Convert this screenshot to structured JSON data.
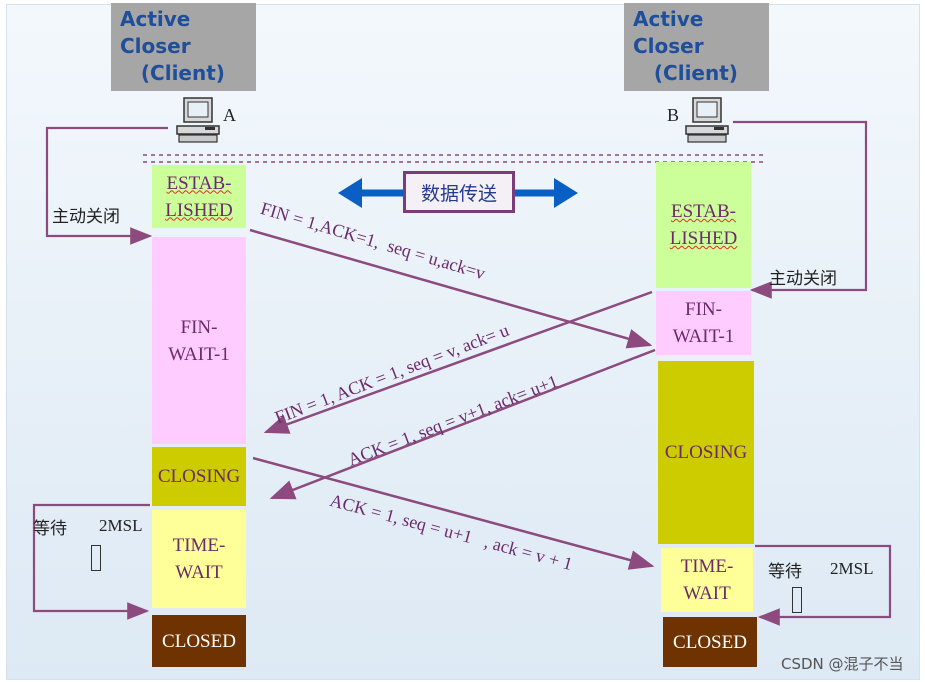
{
  "left_host": {
    "title": "Active\nCloser\n   (Client)",
    "letter": "A"
  },
  "right_host": {
    "title": "Active\nCloser\n   (Client)",
    "letter": "B"
  },
  "center_label": "数据传送",
  "left_states": {
    "established": "ESTAB-\nLISHED",
    "fin_wait_1": "FIN-\nWAIT-1",
    "closing": "CLOSING",
    "time_wait": "TIME-\nWAIT",
    "closed": "CLOSED"
  },
  "right_states": {
    "established": "ESTAB-\nLISHED",
    "fin_wait_1": "FIN-\nWAIT-1",
    "closing": "CLOSING",
    "time_wait": "TIME-\nWAIT",
    "closed": "CLOSED"
  },
  "left_active_close": "主动关闭",
  "right_active_close": "主动关闭",
  "left_wait_label": "等待",
  "left_wait_time": "2MSL",
  "right_wait_label": "等待",
  "right_wait_time": "2MSL",
  "messages": {
    "m1": "FIN = 1,ACK=1,  seq = u,ack=v",
    "m2": "FIN = 1, ACK = 1, seq = v, ack= u",
    "m3": "ACK = 1, seq = v+1, ack= u+1",
    "m4": "ACK = 1, seq = u+1   , ack = v + 1"
  },
  "watermark": "CSDN @混子不当",
  "colors": {
    "established": "#ccff99",
    "fin_wait_1": "#ffccff",
    "closing": "#cccc00",
    "time_wait": "#ffff99",
    "closed": "#6e3300",
    "arrow": "#8c4a7e",
    "data_arrow": "#0a5fc4"
  }
}
